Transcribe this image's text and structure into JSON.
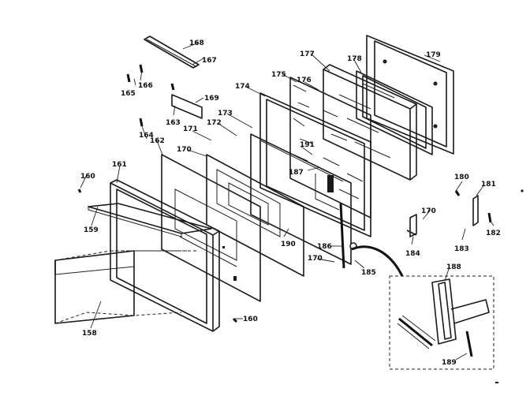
{
  "callouts": [
    {
      "id": "158",
      "text": "158"
    },
    {
      "id": "159",
      "text": "159"
    },
    {
      "id": "160a",
      "text": "160"
    },
    {
      "id": "160b",
      "text": "160"
    },
    {
      "id": "161",
      "text": "161"
    },
    {
      "id": "162",
      "text": "162"
    },
    {
      "id": "163",
      "text": "163"
    },
    {
      "id": "164",
      "text": "164"
    },
    {
      "id": "165",
      "text": "165"
    },
    {
      "id": "166",
      "text": "166"
    },
    {
      "id": "167",
      "text": "167"
    },
    {
      "id": "168",
      "text": "168"
    },
    {
      "id": "169",
      "text": "169"
    },
    {
      "id": "170a",
      "text": "170"
    },
    {
      "id": "170b",
      "text": "170"
    },
    {
      "id": "170c",
      "text": "170"
    },
    {
      "id": "171",
      "text": "171"
    },
    {
      "id": "172",
      "text": "172"
    },
    {
      "id": "173",
      "text": "173"
    },
    {
      "id": "174",
      "text": "174"
    },
    {
      "id": "175",
      "text": "175"
    },
    {
      "id": "176",
      "text": "176"
    },
    {
      "id": "177",
      "text": "177"
    },
    {
      "id": "178",
      "text": "178"
    },
    {
      "id": "179",
      "text": "179"
    },
    {
      "id": "180",
      "text": "180"
    },
    {
      "id": "181",
      "text": "181"
    },
    {
      "id": "182",
      "text": "182"
    },
    {
      "id": "183",
      "text": "183"
    },
    {
      "id": "184",
      "text": "184"
    },
    {
      "id": "185",
      "text": "185"
    },
    {
      "id": "186",
      "text": "186"
    },
    {
      "id": "187",
      "text": "187"
    },
    {
      "id": "188",
      "text": "188"
    },
    {
      "id": "189",
      "text": "189"
    },
    {
      "id": "190",
      "text": "190"
    },
    {
      "id": "191",
      "text": "191"
    }
  ]
}
